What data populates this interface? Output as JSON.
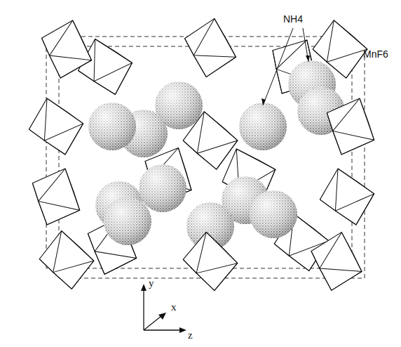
{
  "diagram": {
    "labels": [
      "NH4",
      "MnF6",
      "y",
      "x",
      "z"
    ]
  }
}
